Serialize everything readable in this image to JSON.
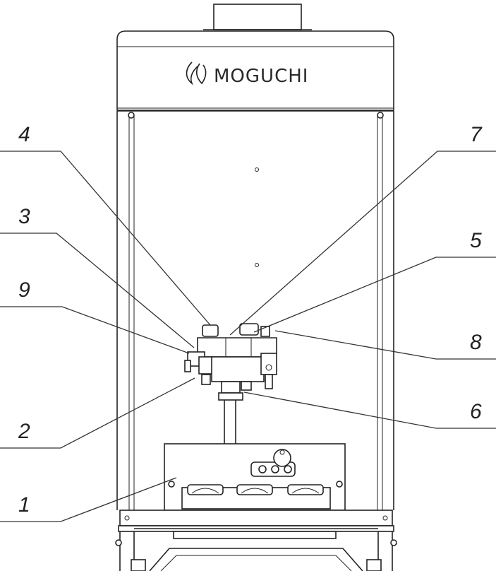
{
  "brand": {
    "name": "MOGUCHI"
  },
  "callouts": [
    {
      "id": "4",
      "label": "4"
    },
    {
      "id": "3",
      "label": "3"
    },
    {
      "id": "9",
      "label": "9"
    },
    {
      "id": "2",
      "label": "2"
    },
    {
      "id": "1",
      "label": "1"
    },
    {
      "id": "7",
      "label": "7"
    },
    {
      "id": "5",
      "label": "5"
    },
    {
      "id": "8",
      "label": "8"
    },
    {
      "id": "6",
      "label": "6"
    }
  ]
}
